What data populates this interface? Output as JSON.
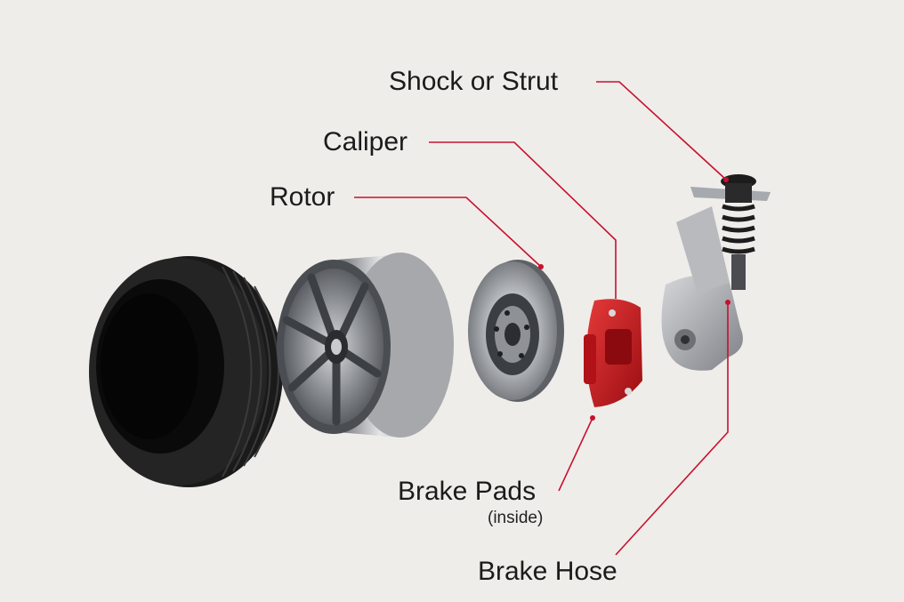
{
  "labels": {
    "shock": "Shock or Strut",
    "caliper": "Caliper",
    "rotor": "Rotor",
    "brake_pads": "Brake Pads",
    "brake_pads_note": "(inside)",
    "brake_hose": "Brake Hose"
  },
  "colors": {
    "background": "#efedea",
    "leader_line": "#c8102e",
    "caliper_red": "#c4161c",
    "tire_black": "#141414",
    "metal_gray": "#9a9da2"
  },
  "parts": [
    "tire",
    "wheel",
    "brake-rotor",
    "brake-caliper",
    "suspension-knuckle",
    "shock-strut"
  ]
}
